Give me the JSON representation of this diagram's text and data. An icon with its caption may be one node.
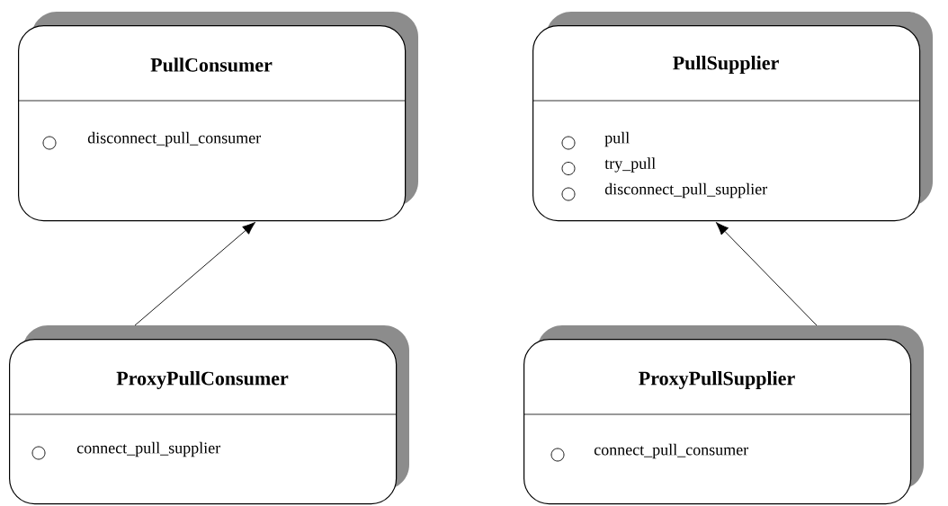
{
  "diagram": {
    "nodes": [
      {
        "text": [
          "PullConsumer",
          "disconnect_pull_consumer"
        ]
      },
      {
        "text": [
          "PullSupplier",
          "pull",
          "try_pull",
          "disconnect_pull_supplier"
        ]
      },
      {
        "text": [
          "ProxyPullConsumer",
          "connect_pull_supplier"
        ]
      },
      {
        "text": [
          "ProxyPullSupplier",
          "connect_pull_consumer"
        ]
      }
    ],
    "edges": [
      {
        "from": 2,
        "to": 0,
        "arrow": "to"
      },
      {
        "from": 3,
        "to": 1,
        "arrow": "to"
      }
    ]
  }
}
